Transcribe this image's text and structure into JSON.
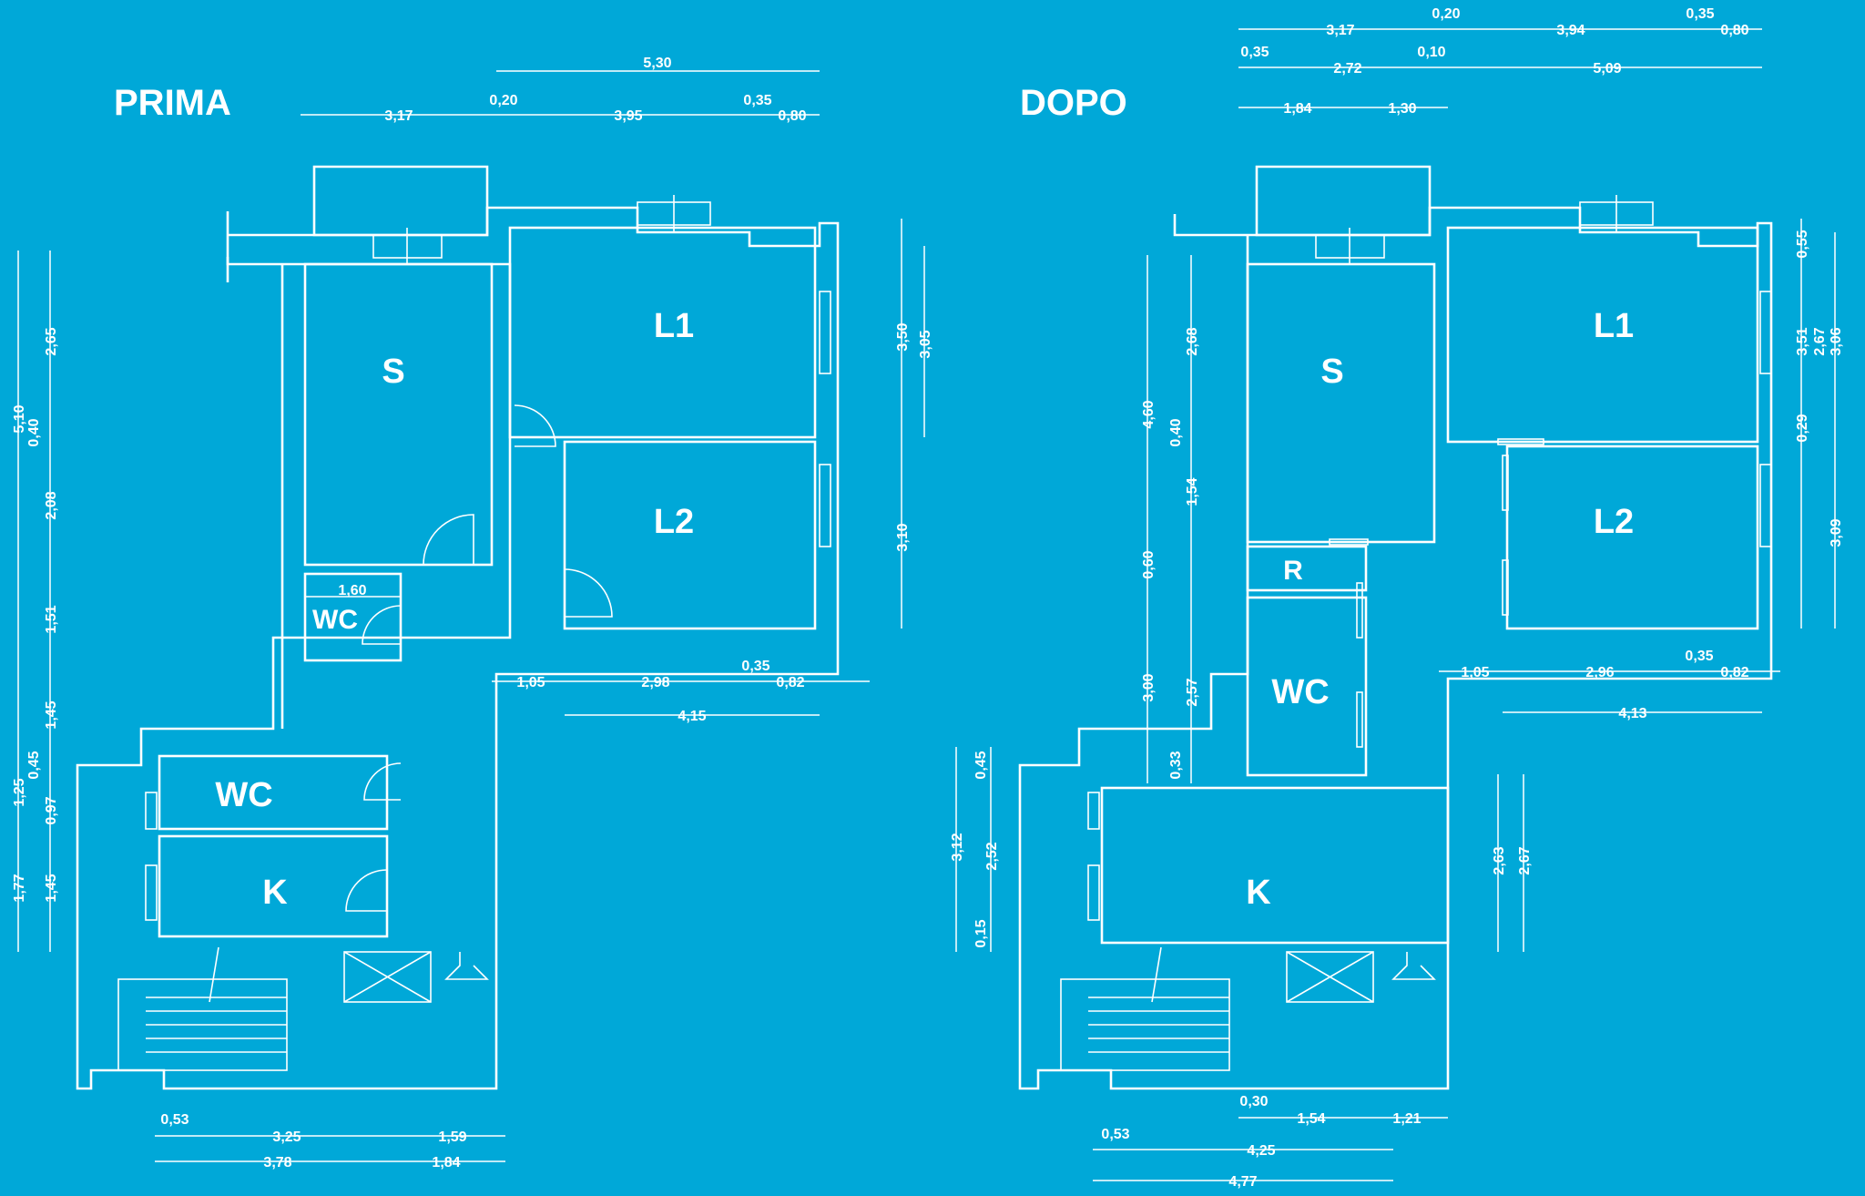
{
  "plans": {
    "before": {
      "title": "PRIMA",
      "rooms": {
        "s": "S",
        "l1": "L1",
        "l2": "L2",
        "wc1": "WC",
        "wc2": "WC",
        "k": "K"
      },
      "dims": {
        "top_total": "5,30",
        "top_a": "3,17",
        "top_b": "0,20",
        "top_c": "3,95",
        "top_d": "0,35",
        "top_e": "0,80",
        "mid_a": "1,05",
        "mid_b": "2,98",
        "mid_c": "0,35",
        "mid_d": "0,82",
        "mid_total": "4,15",
        "wc_width": "1,60",
        "bot_a": "0,53",
        "bot_b": "3,25",
        "bot_c": "1,59",
        "bot_total_a": "3,78",
        "bot_total_b": "1,84",
        "left_outer_a": "5,10",
        "left_outer_b": "1,25",
        "left_outer_c": "1,77",
        "left_inner_a": "2,65",
        "left_inner_b": "0,40",
        "left_inner_c": "2,08",
        "left_inner_d": "1,51",
        "left_inner_e": "1,45",
        "left_inner_f": "0,45",
        "left_inner_g": "0,97",
        "left_inner_h": "1,45",
        "right_outer_a": "3,50",
        "right_outer_b": "3,10",
        "right_inner_a": "3,05"
      }
    },
    "after": {
      "title": "DOPO",
      "rooms": {
        "s": "S",
        "l1": "L1",
        "l2": "L2",
        "r": "R",
        "wc": "WC",
        "k": "K"
      },
      "dims": {
        "row1_a": "3,17",
        "row1_b": "0,20",
        "row1_c": "3,94",
        "row1_d": "0,35",
        "row1_e": "0,80",
        "row2_a": "0,35",
        "row2_b": "2,72",
        "row2_c": "0,10",
        "row2_d": "5,09",
        "row3_a": "1,84",
        "row3_b": "1,30",
        "mid_a": "1,05",
        "mid_b": "2,96",
        "mid_c": "0,35",
        "mid_d": "0,82",
        "mid_total": "4,13",
        "bot_a": "0,30",
        "bot_b": "1,54",
        "bot_c": "1,21",
        "bot_d": "0,53",
        "bot_e": "4,25",
        "bot_f": "4,77",
        "left_a": "4,60",
        "left_b": "0,60",
        "left_c": "3,00",
        "left2_a": "2,68",
        "left2_b": "0,40",
        "left2_c": "1,54",
        "left2_d": "2,57",
        "left2_e": "0,33",
        "k_a": "3,12",
        "k_b": "0,45",
        "k_c": "2,52",
        "k_d": "0,15",
        "k_right_a": "2,63",
        "k_right_b": "2,67",
        "right_a": "0,55",
        "right_b": "3,51",
        "right_c": "0,29",
        "right2_a": "3,06",
        "right2_b": "2,67",
        "right2_c": "3,09"
      }
    }
  }
}
